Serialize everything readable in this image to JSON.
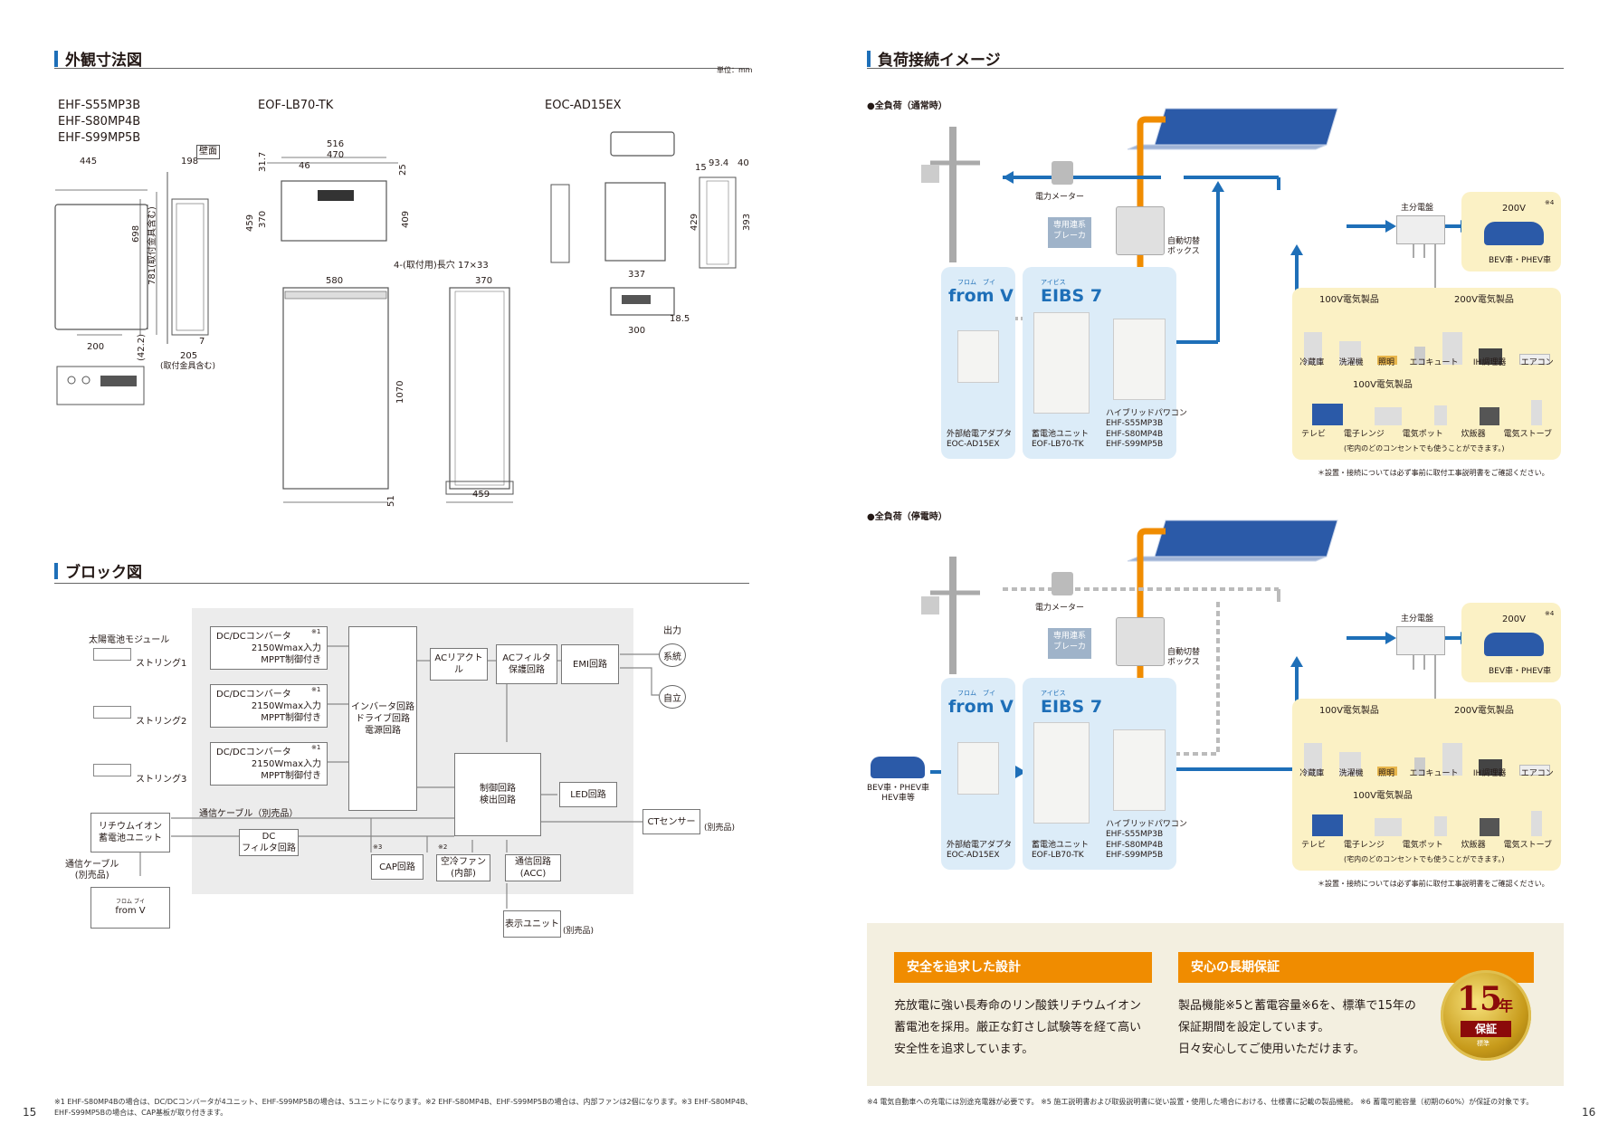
{
  "left": {
    "dim_title": "外観寸法図",
    "unit": "単位：mm",
    "models_pcs": [
      "EHF-S55MP3B",
      "EHF-S80MP4B",
      "EHF-S99MP5B"
    ],
    "model_battery": "EOF-LB70-TK",
    "model_adapter": "EOC-AD15EX",
    "pcs_dims": {
      "w": "445",
      "h": "698",
      "d": "198",
      "wall": "壁面",
      "total": "781(取付金具含む)",
      "bottom": "200",
      "d2": "205",
      "d2_note": "(取付金具含む)",
      "seven": "7",
      "h2": "(42.2)"
    },
    "bat_dims": {
      "top": "516",
      "top2": "470",
      "h1": "31.7",
      "h2": "459",
      "h3": "370",
      "w3": "46",
      "s25": "25",
      "d409": "409",
      "hole": "4-(取付用)長穴 17×33",
      "w580": "580",
      "d370": "370",
      "h1070": "1070",
      "b51": "51",
      "b459": "459"
    },
    "ad_dims": {
      "d15": "15",
      "d93": "93.4",
      "d40": "40",
      "h429": "429",
      "h393": "393",
      "w337": "337",
      "w300": "300",
      "d18": "18.5"
    },
    "block_title": "ブロック図",
    "block": {
      "solar": "太陽電池モジュール",
      "strings": [
        "ストリング1",
        "ストリング2",
        "ストリング3"
      ],
      "dcdc_label": "DC/DCコンバータ",
      "dcdc_l2": "2150Wmax入力",
      "dcdc_l3": "MPPT制御付き",
      "note1": "※1",
      "inverter": [
        "インバータ回路",
        "ドライブ回路",
        "電源回路"
      ],
      "acr": "ACリアクトル",
      "acf": [
        "ACフィルタ",
        "保護回路"
      ],
      "emi": "EMI回路",
      "output": "出力",
      "grid": "系統",
      "self": "自立",
      "control": [
        "制御回路",
        "検出回路"
      ],
      "led": "LED回路",
      "ct": "CTセンサー",
      "ct_note": "(別売品)",
      "cable": "通信ケーブル（別売品）",
      "li": [
        "リチウムイオン",
        "蓄電池ユニット"
      ],
      "dcf": [
        "DC",
        "フィルタ回路"
      ],
      "cap": "CAP回路",
      "note3": "※3",
      "fan": [
        "空冷ファン",
        "(内部)"
      ],
      "note2": "※2",
      "comm": [
        "通信回路",
        "(ACC)"
      ],
      "cable2": [
        "通信ケーブル",
        "(別売品)"
      ],
      "fromv_ruby": "フロム ブイ",
      "fromv": "from V",
      "display": "表示ユニット",
      "display_note": "(別売品)"
    },
    "footnote": "※1 EHF-S80MP4Bの場合は、DC/DCコンバータが4ユニット、EHF-S99MP5Bの場合は、5ユニットになります。※2 EHF-S80MP4B、EHF-S99MP5Bの場合は、内部ファンは2個になります。※3 EHF-S80MP4B、EHF-S99MP5Bの場合は、CAP基板が取り付きます。",
    "page": "15"
  },
  "right": {
    "title": "負荷接続イメージ",
    "diagrams": [
      {
        "heading": "●全負荷（通常時）"
      },
      {
        "heading": "●全負荷（停電時）"
      }
    ],
    "meter": "電力メーター",
    "breaker": [
      "専用連系",
      "ブレーカ"
    ],
    "auto_switch": [
      "自動切替",
      "ボックス"
    ],
    "main_panel": "主分電盤",
    "v200": "200V",
    "note4": "※4",
    "car": "BEV車・PHEV車",
    "fromv_ruby": "フロム　ブイ",
    "fromv": "from V",
    "eibs_ruby": "アイビス",
    "eibs": "EIBS 7",
    "adapter": [
      "外部給電アダプタ",
      "EOC-AD15EX"
    ],
    "battery": [
      "蓄電池ユニット",
      "EOF-LB70-TK"
    ],
    "pcs": [
      "ハイブリッドパワコン",
      "EHF-S55MP3B",
      "EHF-S80MP4B",
      "EHF-S99MP5B"
    ],
    "p100": "100V電気製品",
    "p200": "200V電気製品",
    "apps_top": [
      "冷蔵庫",
      "洗濯機",
      "照明",
      "エコキュート",
      "IH調理器",
      "エアコン"
    ],
    "apps_bottom": [
      "テレビ",
      "電子レンジ",
      "電気ポット",
      "炊飯器",
      "電気ストーブ"
    ],
    "outlet_note": "(宅内のどのコンセントでも使うことができます。)",
    "install_note": "＊設置・接続については必ず事前に取付工事説明書をご確認ください。",
    "ext_car": [
      "BEV車・PHEV車",
      "HEV車等"
    ],
    "safety_title": "安全を追求した設計",
    "safety_text": [
      "充放電に強い長寿命のリン酸鉄リチウムイオン",
      "蓄電池を採用。厳正な釘さし試験等を経て高い",
      "安全性を追求しています。"
    ],
    "warranty_title": "安心の長期保証",
    "warranty_text": [
      "製品機能※5と蓄電容量※6を、標準で15年の",
      "保証期間を設定しています。",
      "日々安心してご使用いただけます。"
    ],
    "badge_num": "15",
    "badge_year": "年",
    "badge_main": "保証",
    "badge_sub": "標準",
    "footnote": "※4 電気自動車への充電には別途充電器が必要です。 ※5 施工説明書および取扱説明書に従い設置・使用した場合における、仕様書に記載の製品機能。 ※6 蓄電可能容量（初期の60%）が保証の対象です。",
    "page": "16"
  },
  "colors": {
    "accent_blue": "#1e6fb8",
    "orange": "#f08c00",
    "panel_blue": "#dcecf8",
    "panel_yellow": "#fbf1c5",
    "beige": "#f3efe0",
    "block_bg": "#ececec"
  }
}
